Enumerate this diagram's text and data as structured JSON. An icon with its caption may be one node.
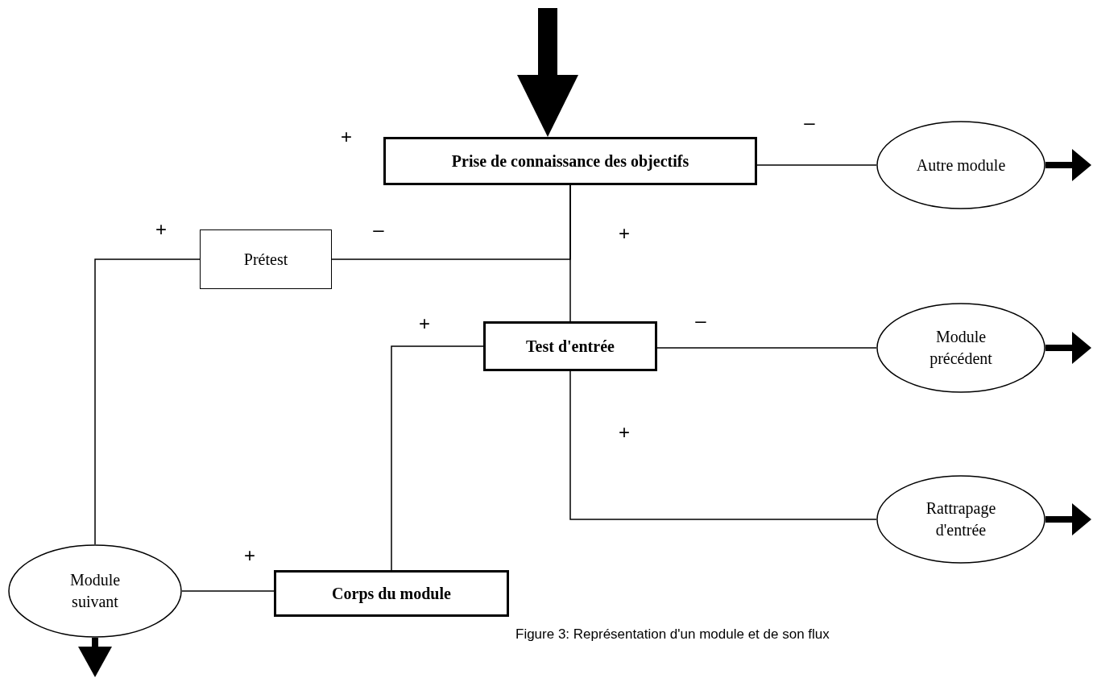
{
  "diagram": {
    "caption": "Figure 3: Représentation d'un module et de son flux",
    "nodes": [
      {
        "text": [
          "Prise de connaissance des objectifs"
        ]
      },
      {
        "text": [
          "Autre module"
        ]
      },
      {
        "text": [
          "Prétest"
        ]
      },
      {
        "text": [
          "Test d'entrée"
        ]
      },
      {
        "text": [
          "Module précédent"
        ]
      },
      {
        "text": [
          "Rattrapage d'entrée"
        ]
      },
      {
        "text": [
          "Module suivant"
        ]
      },
      {
        "text": [
          "Corps du module"
        ]
      }
    ],
    "edges": [
      {
        "from": null,
        "to": 0,
        "arrow": "to",
        "style": "thick"
      },
      {
        "from": 0,
        "to": 1,
        "arrow": "none",
        "label": "–"
      },
      {
        "from": 1,
        "to": null,
        "arrow": "to",
        "style": "thick"
      },
      {
        "from": 0,
        "to": 2,
        "arrow": "none",
        "label": "–"
      },
      {
        "from": 2,
        "to": 6,
        "arrow": "none",
        "label": "+"
      },
      {
        "from": 0,
        "to": 3,
        "arrow": "none",
        "label": "+"
      },
      {
        "from": 3,
        "to": 4,
        "arrow": "none",
        "label": "–"
      },
      {
        "from": 4,
        "to": null,
        "arrow": "to",
        "style": "thick"
      },
      {
        "from": 3,
        "to": 7,
        "arrow": "none",
        "label": "+"
      },
      {
        "from": 3,
        "to": 5,
        "arrow": "none",
        "label": "+"
      },
      {
        "from": 5,
        "to": null,
        "arrow": "to",
        "style": "thick"
      },
      {
        "from": 7,
        "to": 6,
        "arrow": "none",
        "label": "+"
      },
      {
        "from": 6,
        "to": null,
        "arrow": "to",
        "style": "thick"
      }
    ],
    "labels": [
      "+"
    ]
  }
}
